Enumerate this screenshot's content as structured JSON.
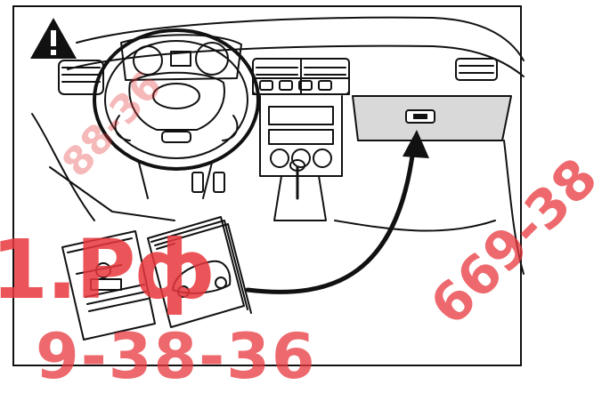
{
  "figure": {
    "warning_icon": "warning-triangle-icon",
    "watermarks": [
      "88-36",
      "1.Рф",
      "9-38-36",
      "669-38"
    ],
    "colors": {
      "line": "#111111",
      "watermark": "#e8383d",
      "glovebox_fill": "#d9d9d9"
    }
  }
}
